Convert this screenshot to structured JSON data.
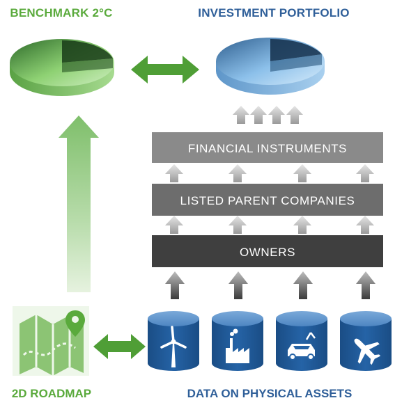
{
  "top": {
    "benchmark_label": "BENCHMARK 2°C",
    "portfolio_label": "INVESTMENT PORTFOLIO"
  },
  "layers": [
    {
      "label": "FINANCIAL INSTRUMENTS"
    },
    {
      "label": "LISTED PARENT COMPANIES"
    },
    {
      "label": "OWNERS"
    }
  ],
  "bottom": {
    "roadmap_label": "2D ROADMAP",
    "assets_label": "DATA ON PHYSICAL ASSETS"
  },
  "asset_icons": [
    "wind-turbine-icon",
    "factory-icon",
    "car-icon",
    "airplane-icon"
  ],
  "colors": {
    "green": "#5aaa3c",
    "light_green": "#a9d398",
    "blue_title": "#2f5f99",
    "cylinder_blue": "#1f5b9c",
    "pie_blue": "#5b9bd5",
    "bar_light": "#8c8c8c",
    "bar_mid": "#6c6c6c",
    "bar_dark": "#3f3f3f"
  }
}
